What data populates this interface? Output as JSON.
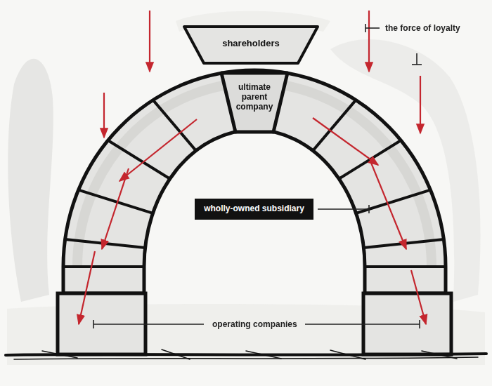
{
  "diagram": {
    "nodes": [
      {
        "text": [
          "shareholders"
        ]
      },
      {
        "text": [
          "ultimate parent company"
        ]
      },
      {
        "text": [
          "wholly-owned subsidiary"
        ]
      }
    ],
    "labels": [
      "the force of loyalty",
      "operating companies"
    ]
  }
}
